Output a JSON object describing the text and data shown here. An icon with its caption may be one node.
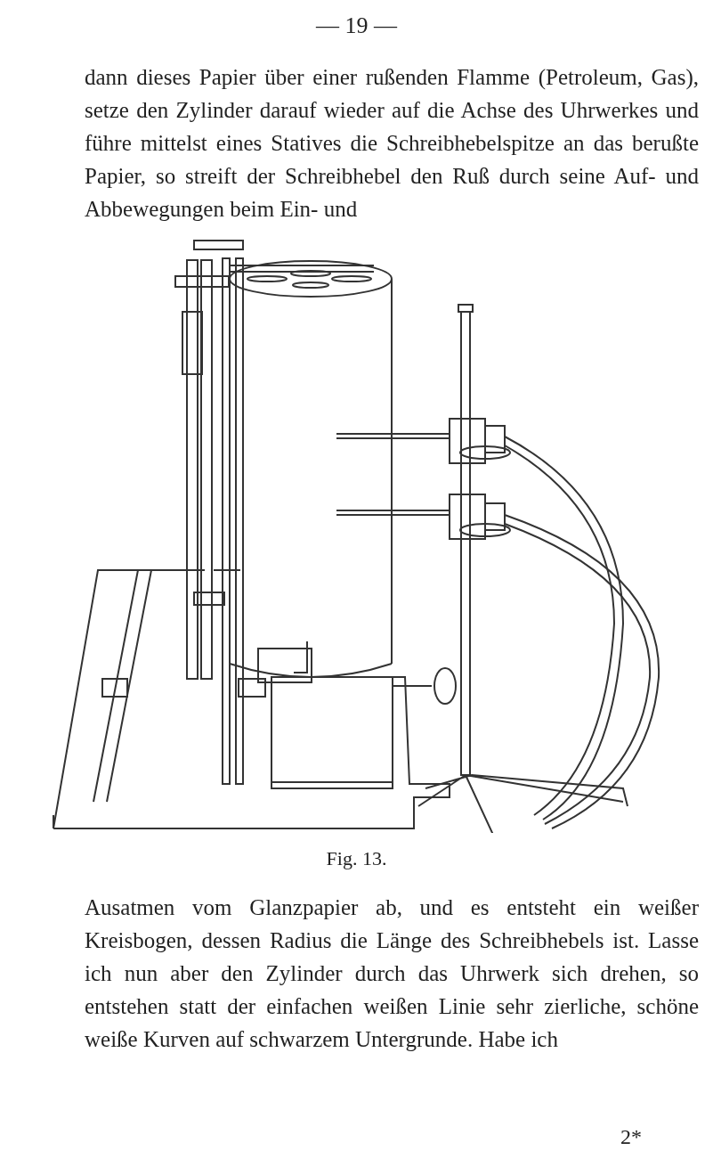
{
  "diagram": {
    "caption": "Fig. 13.",
    "labels": [
      "— 19 —",
      "dann dieses Papier über einer rußenden Flamme (Petroleum, Gas), setze den Zylinder darauf wieder auf die Achse des Uhrwerkes und führe mittelst eines Statives die Schreibhebelspitze an das berußte Papier, so streift der Schreibhebel den Ruß durch seine Auf- und Abbewegungen beim Ein- und",
      "Ausatmen vom Glanzpapier ab, und es entsteht ein weißer Kreisbogen, dessen Radius die Länge des Schreibhebels ist. Lasse ich nun aber den Zylinder durch das Uhrwerk sich drehen, so entstehen statt der einfachen weißen Linie sehr zierliche, schöne weiße Kurven auf schwarzem Untergrunde. Habe ich",
      "2*"
    ]
  }
}
